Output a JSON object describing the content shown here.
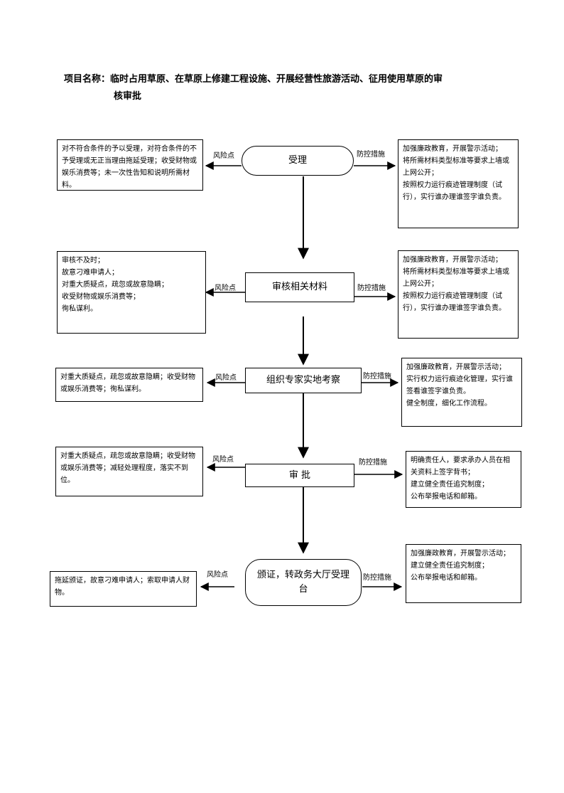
{
  "title": {
    "line1": "项目名称：临时占用草原、在草原上修建工程设施、开展经营性旅游活动、征用使用草原的审",
    "line2": "核审批"
  },
  "labels": {
    "risk": "风险点",
    "control": "防控措施"
  },
  "steps": [
    {
      "name": "受理",
      "risk": [
        "对不符合条件的予以受理，对符合条件的不予受理或无正当理由拖延受理；收受财物或娱乐消费等；未一次性告知和说明所需材料。"
      ],
      "control": [
        "加强廉政教育，开展警示活动；",
        "将所需材料类型标准等要求上墙或上网公开；",
        "按照权力运行痕迹管理制度（试行），实行谁办理谁签字谁负责。"
      ]
    },
    {
      "name": "审核相关材料",
      "risk": [
        "审核不及时；",
        "故意刁难申请人；",
        "对重大质疑点，疏忽或故意隐瞒；",
        "收受财物或娱乐消费等；",
        "徇私谋利。"
      ],
      "control": [
        "加强廉政教育，开展警示活动；",
        "将所需材料类型标准等要求上墙或上网公开；",
        "按照权力运行痕迹管理制度（试行），实行谁办理谁签字谁负责。"
      ]
    },
    {
      "name": "组织专家实地考察",
      "risk": [
        "对重大质疑点，疏忽或故意隐瞒；收受财物或娱乐消费等；徇私谋利。"
      ],
      "control": [
        "加强廉政教育，开展警示活动；",
        "实行权力运行痕迹化管理，实行谁签看谁签字谁负责。",
        "健全制度，细化工作流程。"
      ]
    },
    {
      "name": "审  批",
      "risk": [
        "对重大质疑点，疏忽或故意隐瞒；收受财物或娱乐消费等；减轻处理程度，落实不到位。"
      ],
      "control": [
        "明确责任人，要求承办人员在相关资料上签字背书；",
        "建立健全责任追究制度；",
        "公布举报电话和邮箱。"
      ]
    },
    {
      "name": "颁证，转政务大厅受理台",
      "risk": [
        "拖延颁证，故意刁难申请人；索取申请人财物。"
      ],
      "control": [
        "加强廉政教育，开展警示活动；",
        "建立健全责任追究制度；",
        "公布举报电话和邮箱。"
      ]
    }
  ]
}
